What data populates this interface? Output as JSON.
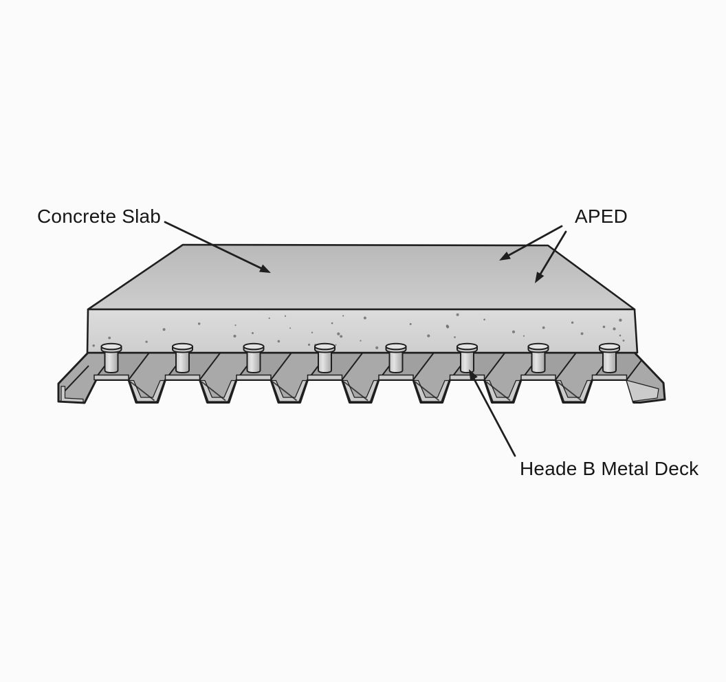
{
  "diagram": {
    "labels": {
      "slab": "Concrete Slab",
      "aped": "APED",
      "deck": "Heade B Metal Deck"
    },
    "stud_count": 8,
    "colors": {
      "outline": "#1f1f1f",
      "text": "#161616",
      "background": "#fbfbfb",
      "slab_top_back": "#b9b9b9",
      "slab_top_front": "#cdcdcd",
      "slab_front_top": "#dcdcdc",
      "slab_front_bottom": "#cecece",
      "speckle": "#6e6e6e",
      "deck_mid": "#a9a9a9",
      "deck_light": "#cbcbcb",
      "stud_cap": "#e3e3e3",
      "stud_side": "#c9c9c9"
    }
  }
}
